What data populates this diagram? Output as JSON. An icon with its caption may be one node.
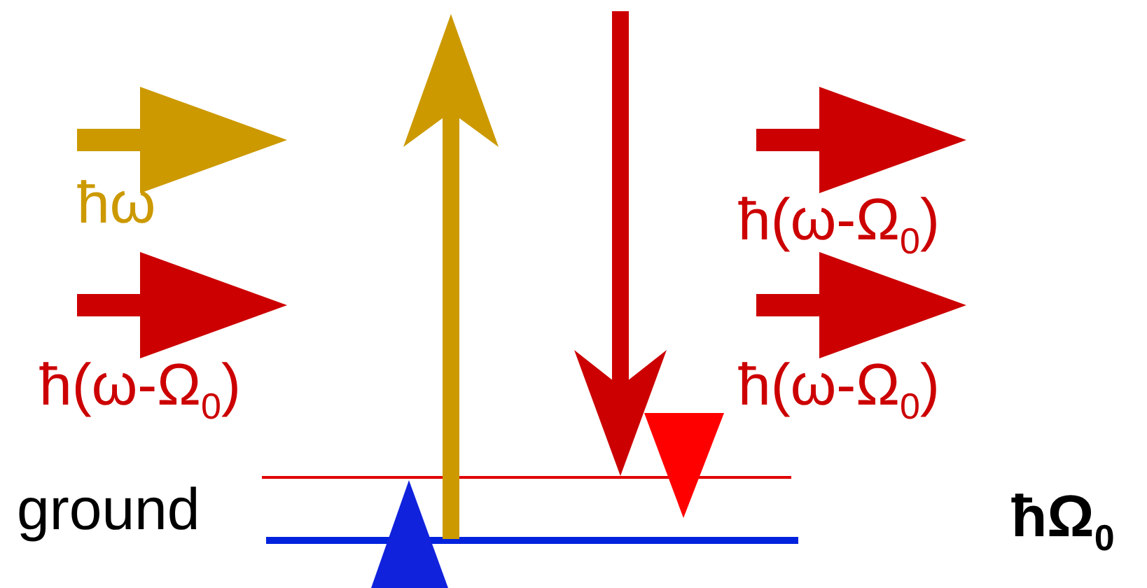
{
  "diagram": {
    "nodes": [
      {
        "text": [],
        "shape": "triangle"
      },
      {
        "text": [],
        "shape": "triangle"
      }
    ],
    "labels": [
      "ħω",
      "ħ(ω-Ω$_{0}$)",
      "ħ(ω-Ω$_{0}$)",
      "ħ(ω-Ω$_{0}$)",
      "ground",
      "ħΩ$_{0}$"
    ]
  }
}
